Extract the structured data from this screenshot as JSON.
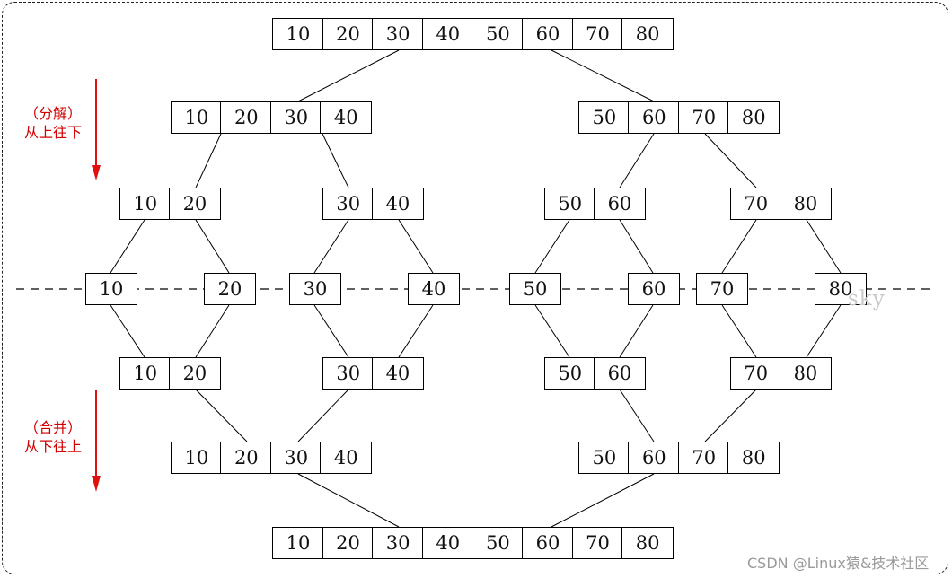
{
  "labels": {
    "split_line1": "（分解）",
    "split_line2": "从上往下",
    "merge_line1": "（合并）",
    "merge_line2": "从下往上"
  },
  "watermarks": {
    "sky": "sky",
    "csdn": "CSDN @Linux猿&技术社区"
  },
  "arrow_color": "#e01010",
  "rows": {
    "top": [
      10,
      20,
      30,
      40,
      50,
      60,
      70,
      80
    ],
    "split1": [
      [
        10,
        20,
        30,
        40
      ],
      [
        50,
        60,
        70,
        80
      ]
    ],
    "split2": [
      [
        10,
        20
      ],
      [
        30,
        40
      ],
      [
        50,
        60
      ],
      [
        70,
        80
      ]
    ],
    "singles": [
      10,
      20,
      30,
      40,
      50,
      60,
      70,
      80
    ],
    "merge1": [
      [
        10,
        20
      ],
      [
        30,
        40
      ],
      [
        50,
        60
      ],
      [
        70,
        80
      ]
    ],
    "merge2": [
      [
        10,
        20,
        30,
        40
      ],
      [
        50,
        60,
        70,
        80
      ]
    ],
    "bottom": [
      10,
      20,
      30,
      40,
      50,
      60,
      70,
      80
    ]
  }
}
